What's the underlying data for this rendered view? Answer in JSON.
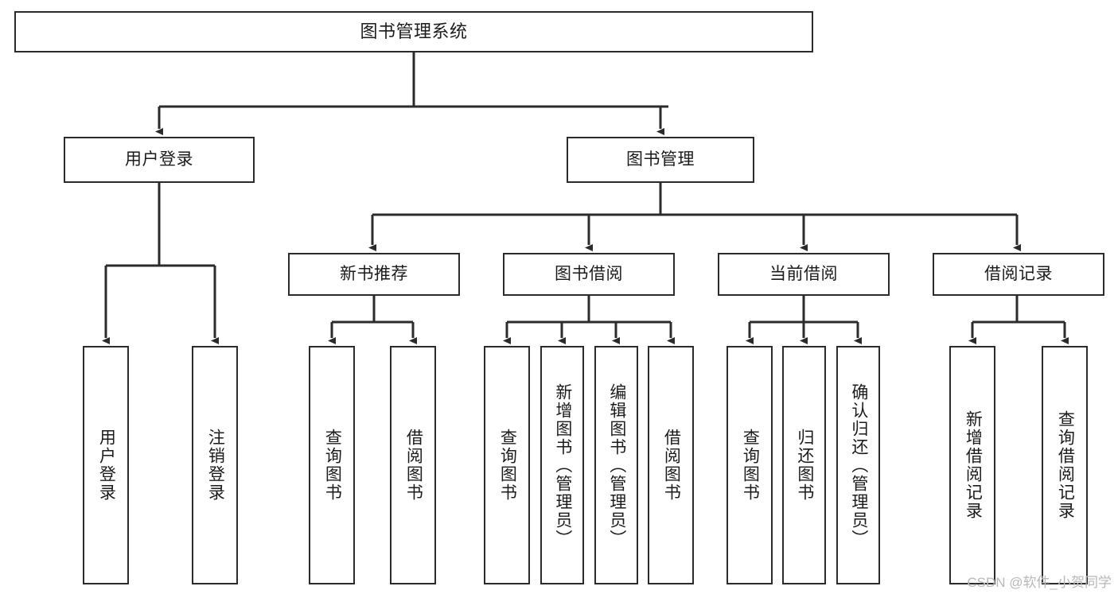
{
  "diagram": {
    "title": "图书管理系统",
    "type": "tree-hierarchy",
    "colors": {
      "box_border": "#2b2b2b",
      "box_fill": "#ffffff",
      "connector": "#2b2b2b",
      "text": "#1b1b1b",
      "watermark": "#b8b8b8",
      "background": "#ffffff"
    }
  },
  "nodes": {
    "root": {
      "label": "图书管理系统"
    },
    "level2": [
      {
        "id": "user-login",
        "label": "用户登录"
      },
      {
        "id": "book-management",
        "label": "图书管理"
      }
    ],
    "level3": [
      {
        "id": "new-book-recommend",
        "label": "新书推荐"
      },
      {
        "id": "book-borrow",
        "label": "图书借阅"
      },
      {
        "id": "current-borrow",
        "label": "当前借阅"
      },
      {
        "id": "borrow-record",
        "label": "借阅记录"
      }
    ],
    "leaves": {
      "user-login": [
        {
          "id": "leaf-user-login",
          "label": "用户登录"
        },
        {
          "id": "leaf-logout",
          "label": "注销登录"
        }
      ],
      "new-book-recommend": [
        {
          "id": "leaf-query-book-1",
          "label": "查询图书"
        },
        {
          "id": "leaf-borrow-book-1",
          "label": "借阅图书"
        }
      ],
      "book-borrow": [
        {
          "id": "leaf-query-book-2",
          "label": "查询图书"
        },
        {
          "id": "leaf-add-book",
          "label": "新增图书（管理员）"
        },
        {
          "id": "leaf-edit-book",
          "label": "编辑图书（管理员）"
        },
        {
          "id": "leaf-borrow-book-2",
          "label": "借阅图书"
        }
      ],
      "current-borrow": [
        {
          "id": "leaf-query-book-3",
          "label": "查询图书"
        },
        {
          "id": "leaf-return-book",
          "label": "归还图书"
        },
        {
          "id": "leaf-confirm-return",
          "label": "确认归还（管理员）"
        }
      ],
      "borrow-record": [
        {
          "id": "leaf-add-record",
          "label": "新增借阅记录"
        },
        {
          "id": "leaf-query-record",
          "label": "查询借阅记录"
        }
      ]
    }
  },
  "watermark": {
    "text": "CSDN @软件_小贺同学"
  }
}
